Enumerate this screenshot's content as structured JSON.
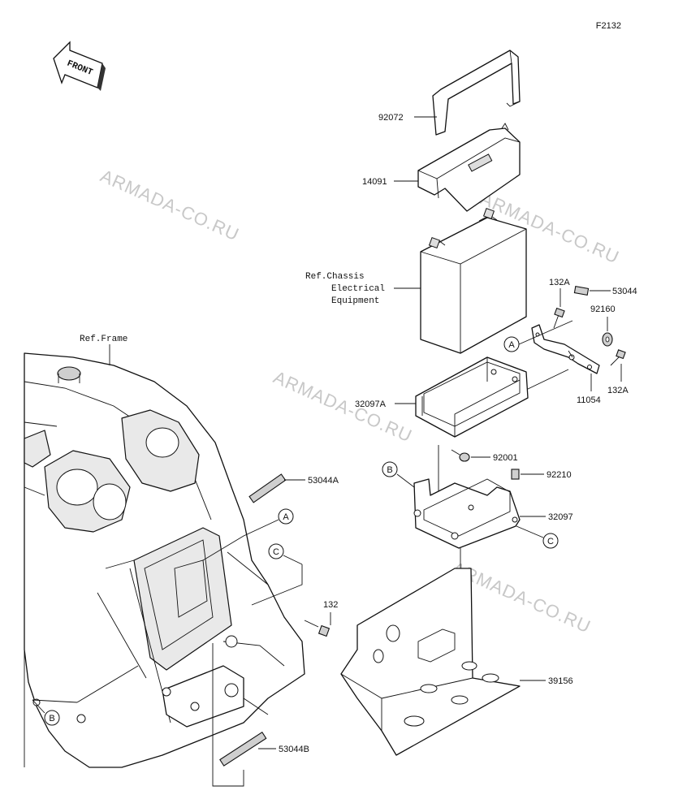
{
  "diagram_code": "F2132",
  "front_label": "FRONT",
  "watermark": "ARMADA-CO.RU",
  "frame_ref": "Ref.Frame",
  "battery_ref": [
    "Ref.Chassis",
    "Electrical",
    "Equipment"
  ],
  "callouts": {
    "strap": "92072",
    "cover": "14091",
    "bolt_top": "132A",
    "damper": "53044",
    "washer": "92160",
    "bolt_right": "132A",
    "bracket": "11054",
    "case": "32097A",
    "bolt_case": "92001",
    "nut": "92210",
    "lower_case": "32097",
    "damper_a": "53044A",
    "bolt": "132",
    "plate": "39156",
    "damper_b": "53044B"
  },
  "refs": {
    "a": "A",
    "b": "B",
    "c": "C"
  }
}
